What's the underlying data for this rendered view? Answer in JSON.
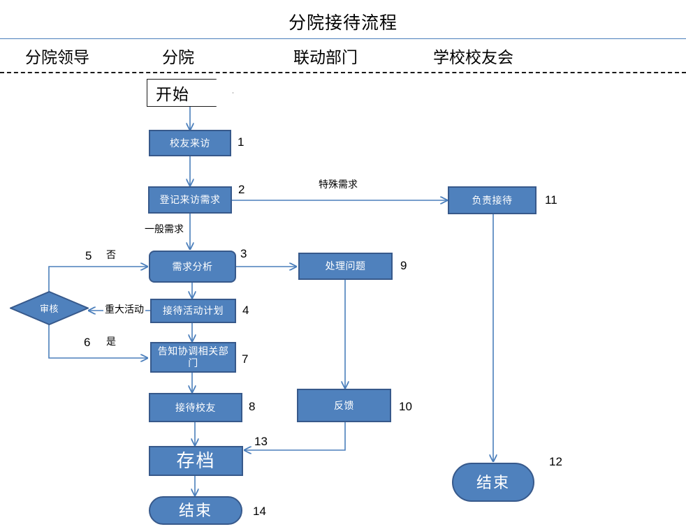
{
  "header": {
    "title": "分院接待流程",
    "lanes": [
      {
        "label": "分院领导"
      },
      {
        "label": "分院"
      },
      {
        "label": "联动部门"
      },
      {
        "label": "学校校友会"
      }
    ]
  },
  "colors": {
    "node_fill": "#4F81BD",
    "node_border": "#37598B",
    "connector": "#4A7EBB",
    "lane_rule": "#4A7EBB",
    "text_on_node": "#FFFFFF",
    "text": "#000000"
  },
  "nodes": [
    {
      "id": "start",
      "label": "开始",
      "shape": "pentagon",
      "number": ""
    },
    {
      "id": "n1",
      "label": "校友来访",
      "shape": "rect",
      "number": "1"
    },
    {
      "id": "n2",
      "label": "登记来访需求",
      "shape": "rect",
      "number": "2"
    },
    {
      "id": "n3",
      "label": "需求分析",
      "shape": "rounded",
      "number": "3"
    },
    {
      "id": "n4",
      "label": "接待活动计划",
      "shape": "rect",
      "number": "4"
    },
    {
      "id": "n5",
      "label": "审核",
      "shape": "diamond",
      "number": ""
    },
    {
      "id": "n7",
      "label": "告知协调相关部门",
      "shape": "rect",
      "number": "7"
    },
    {
      "id": "n8",
      "label": "接待校友",
      "shape": "rect",
      "number": "8"
    },
    {
      "id": "n9",
      "label": "处理问题",
      "shape": "rect",
      "number": "9"
    },
    {
      "id": "n10",
      "label": "反馈",
      "shape": "rect",
      "number": "10"
    },
    {
      "id": "n11",
      "label": "负责接待",
      "shape": "rect",
      "number": "11"
    },
    {
      "id": "n12",
      "label": "结束",
      "shape": "pill",
      "number": "12"
    },
    {
      "id": "n13",
      "label": "存档",
      "shape": "rect",
      "number": "13"
    },
    {
      "id": "n14",
      "label": "结束",
      "shape": "pill",
      "number": "14"
    }
  ],
  "numbers": {
    "n1": "1",
    "n2": "2",
    "n3": "3",
    "n4": "4",
    "n5": "5",
    "n6": "6",
    "n7": "7",
    "n8": "8",
    "n9": "9",
    "n10": "10",
    "n11": "11",
    "n12": "12",
    "n13": "13",
    "n14": "14"
  },
  "edge_labels": {
    "special_demand": "特殊需求",
    "general_demand": "一般需求",
    "no": "否",
    "yes": "是",
    "major_event": "重大活动"
  }
}
